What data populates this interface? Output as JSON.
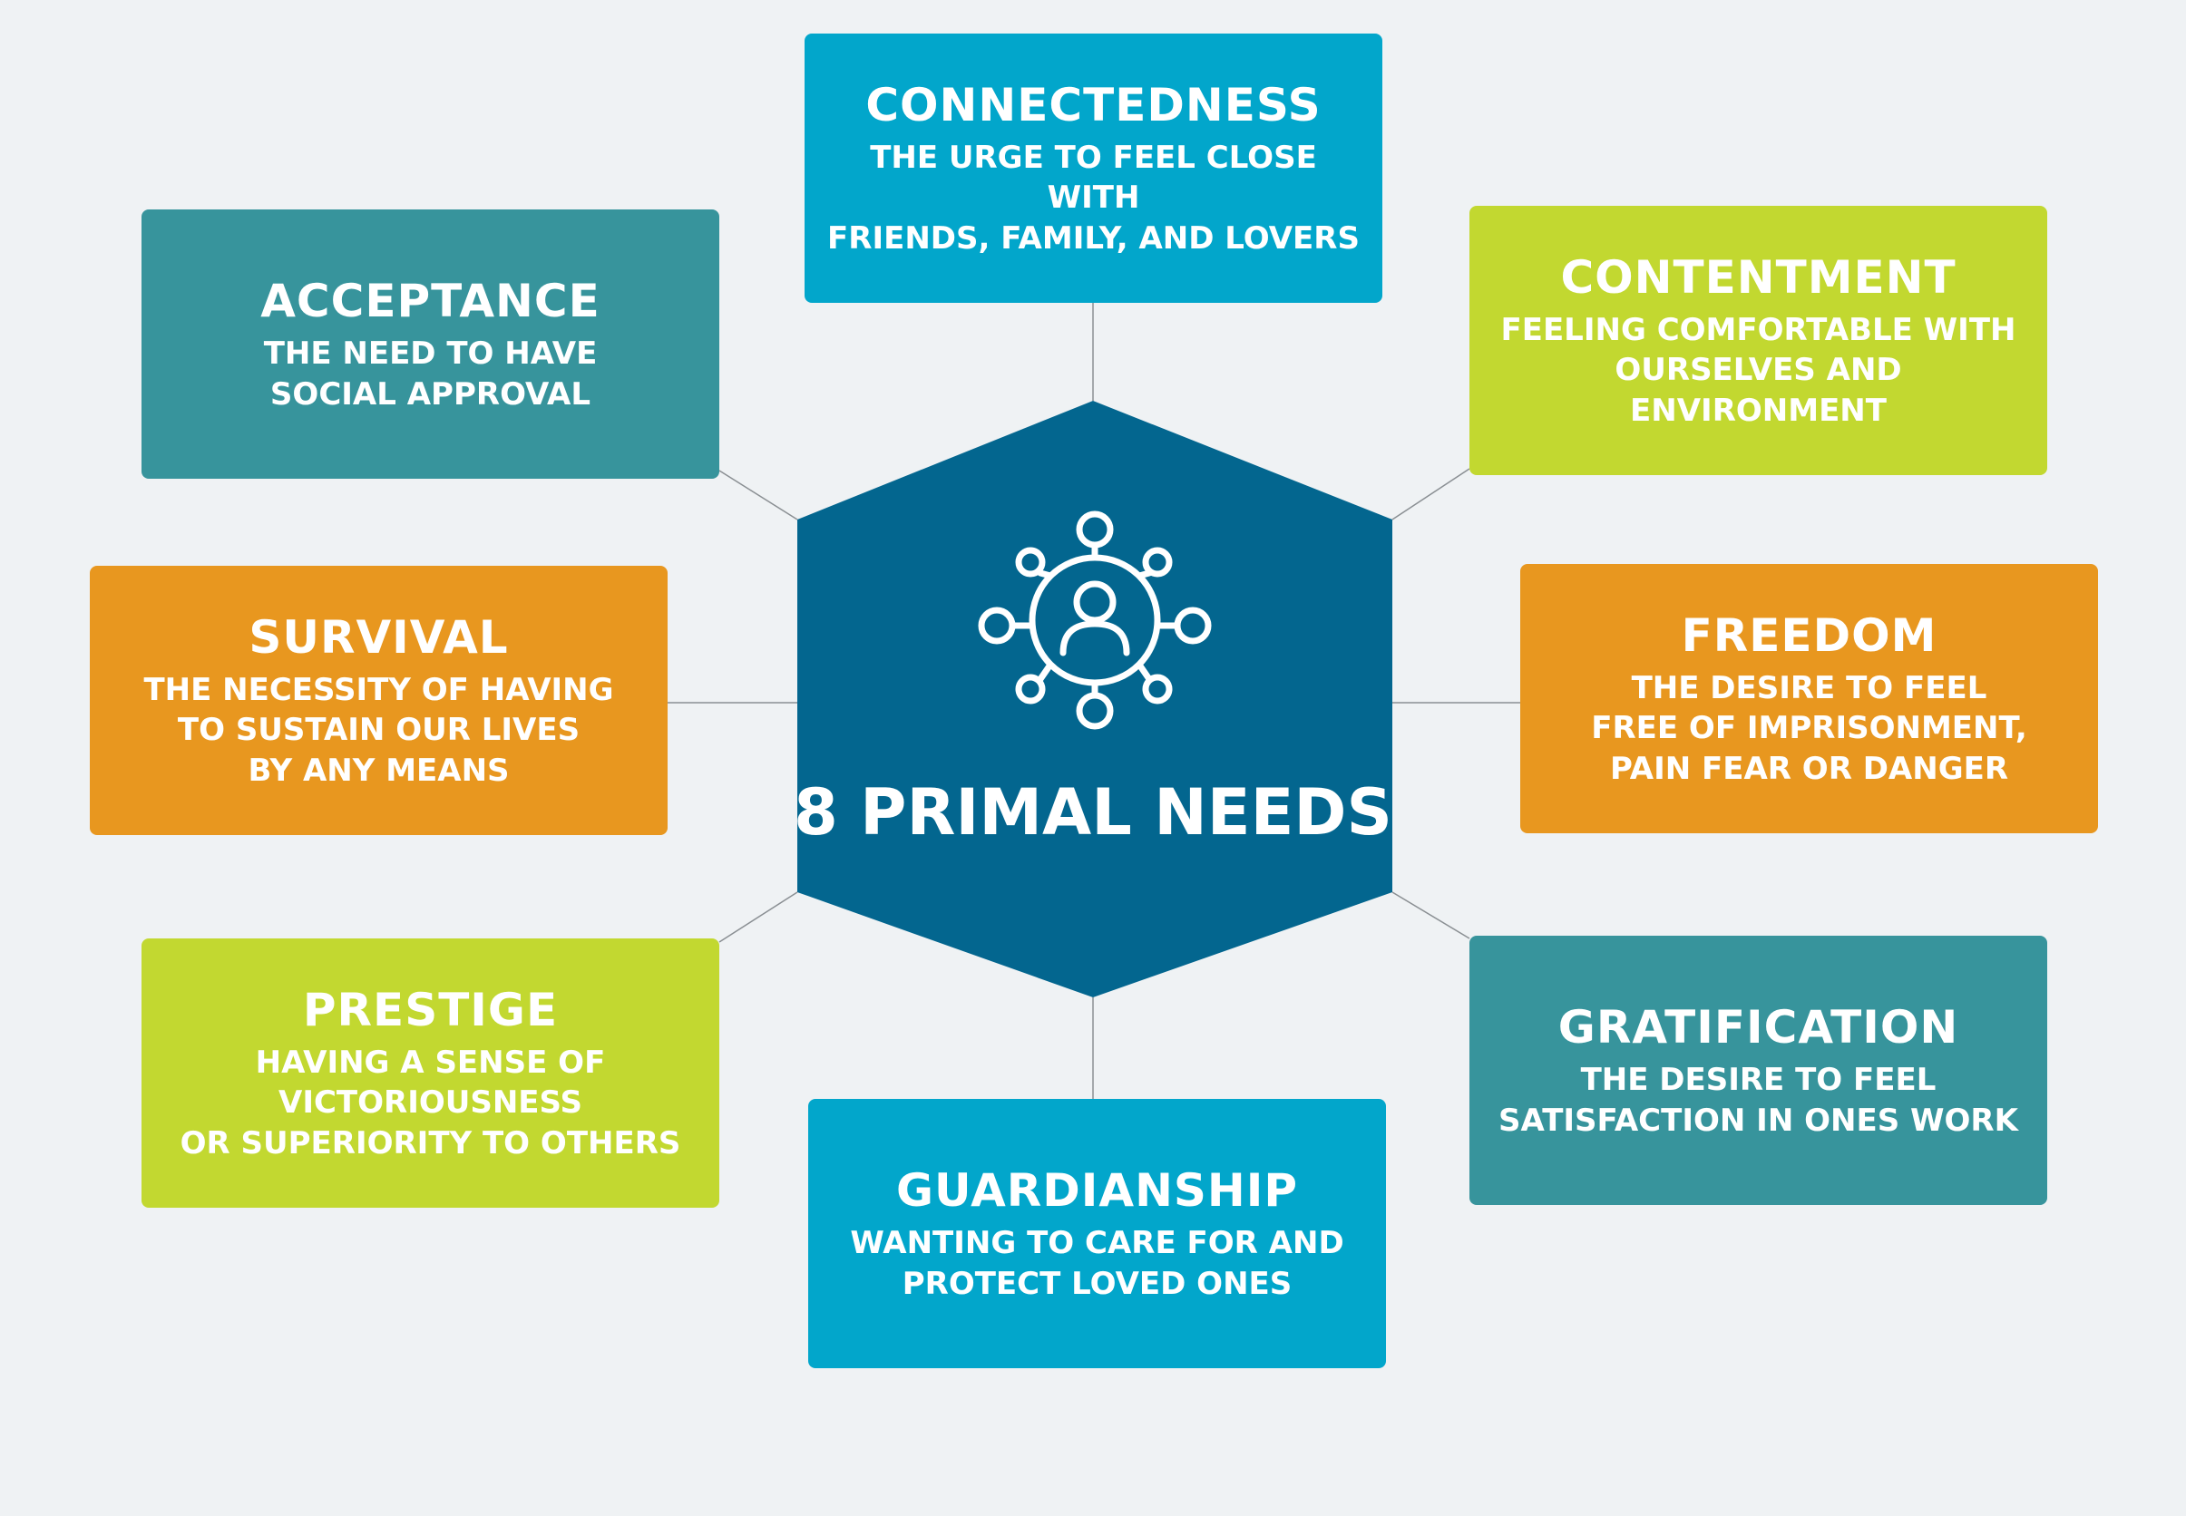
{
  "center": {
    "title": "8 PRIMAL NEEDS",
    "icon": "person-network-icon",
    "color": "#03668f"
  },
  "needs": [
    {
      "key": "connectedness",
      "title": "CONNECTEDNESS",
      "description": "THE URGE TO FEEL CLOSE WITH\nFRIENDS, FAMILY, AND LOVERS",
      "color": "#02a6cb"
    },
    {
      "key": "acceptance",
      "title": "ACCEPTANCE",
      "description": "THE NEED TO HAVE\nSOCIAL APPROVAL",
      "color": "#37949c"
    },
    {
      "key": "contentment",
      "title": "CONTENTMENT",
      "description": "FEELING COMFORTABLE WITH\nOURSELVES AND ENVIRONMENT",
      "color": "#c2d830"
    },
    {
      "key": "survival",
      "title": "SURVIVAL",
      "description": "THE NECESSITY OF HAVING\nTO SUSTAIN OUR LIVES\nBY ANY MEANS",
      "color": "#e8971f"
    },
    {
      "key": "freedom",
      "title": "FREEDOM",
      "description": "THE DESIRE TO FEEL\nFREE OF IMPRISONMENT,\nPAIN FEAR OR DANGER",
      "color": "#e8971f"
    },
    {
      "key": "prestige",
      "title": "PRESTIGE",
      "description": "HAVING A SENSE OF\nVICTORIOUSNESS\nOR SUPERIORITY TO OTHERS",
      "color": "#c2d830"
    },
    {
      "key": "gratification",
      "title": "GRATIFICATION",
      "description": "THE DESIRE TO FEEL\nSATISFACTION IN ONES WORK",
      "color": "#37949c"
    },
    {
      "key": "guardianship",
      "title": "GUARDIANSHIP",
      "description": "WANTING TO CARE FOR AND\nPROTECT LOVED ONES",
      "color": "#02a6cb"
    }
  ],
  "connector_color": "#8a8f93",
  "background": "#eff2f4"
}
